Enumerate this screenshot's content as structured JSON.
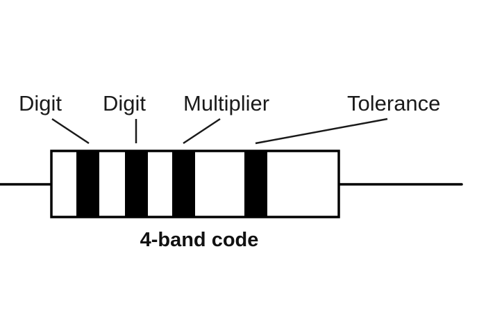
{
  "diagram": {
    "title": "4-band code",
    "labels": [
      {
        "id": "digit-1",
        "text": "Digit"
      },
      {
        "id": "digit-2",
        "text": "Digit"
      },
      {
        "id": "multiplier",
        "text": "Multiplier"
      },
      {
        "id": "tolerance",
        "text": "Tolerance"
      }
    ],
    "bands": [
      {
        "role": "Digit",
        "color": "#000000"
      },
      {
        "role": "Digit",
        "color": "#000000"
      },
      {
        "role": "Multiplier",
        "color": "#000000"
      },
      {
        "role": "Tolerance",
        "color": "#000000"
      }
    ],
    "colors": {
      "background": "#ffffff",
      "stroke": "#000000",
      "body_fill": "#ffffff",
      "text": "#1a1a1a"
    }
  }
}
